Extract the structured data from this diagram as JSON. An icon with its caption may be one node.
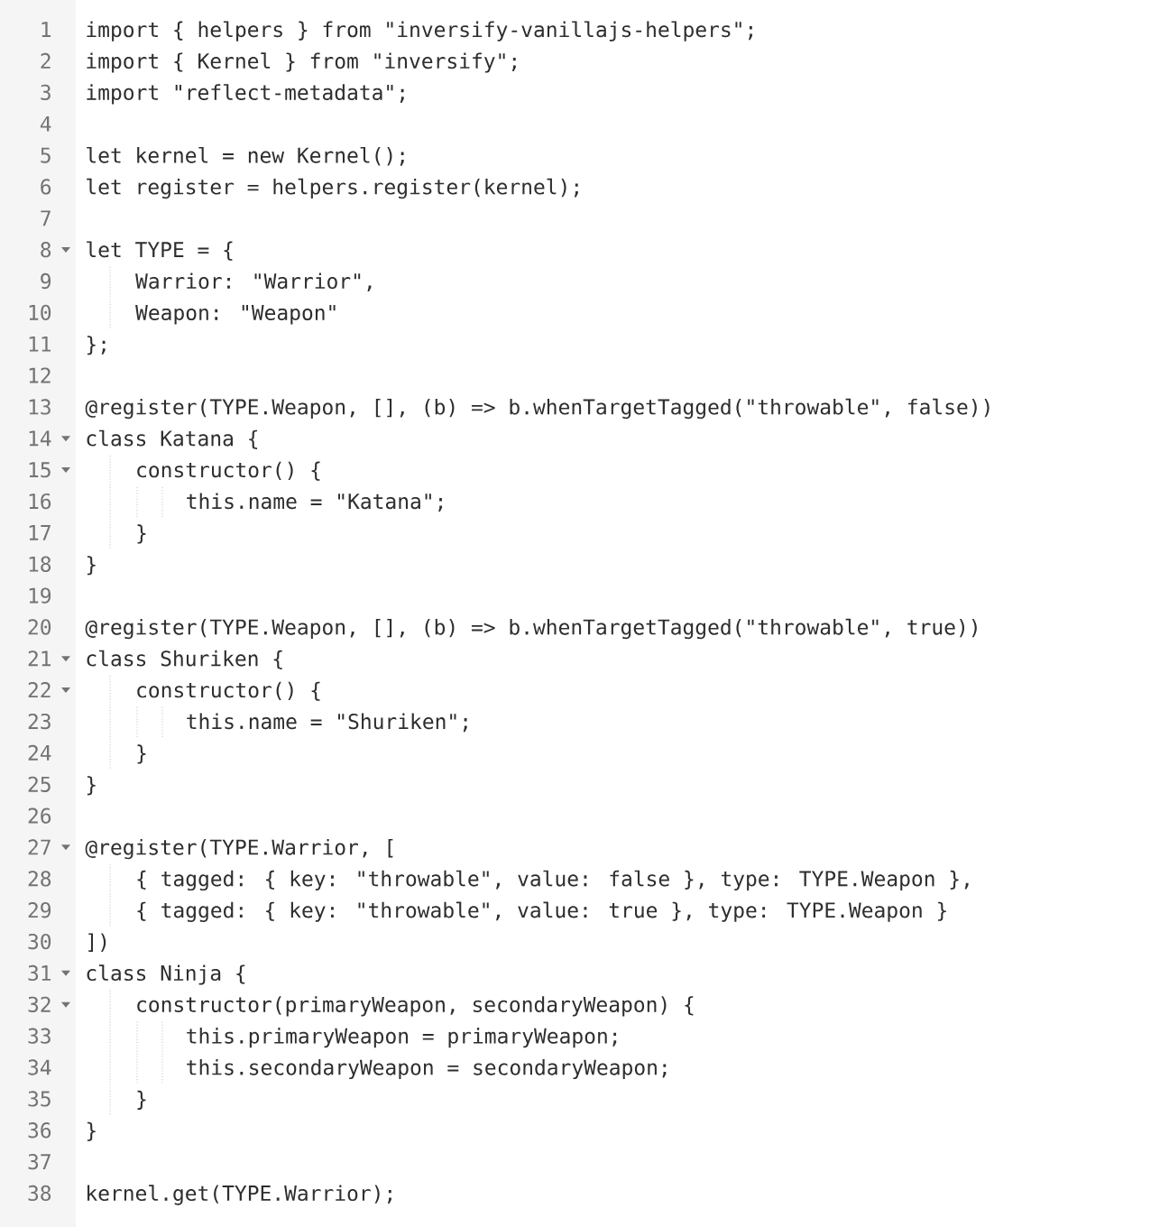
{
  "diagram": {
    "labels": [
      "1",
      "import { helpers } from \"inversify-vanillajs-helpers\";",
      "2",
      "import { Kernel } from \"inversify\";",
      "3",
      "import \"reflect-metadata\";",
      "4",
      "5",
      "let kernel = new Kernel();",
      "6",
      "let register = helpers.register(kernel);",
      "7",
      "8",
      "let TYPE = {",
      "9",
      "Warrior: \"Warrior\",",
      "10",
      "Weapon: \"Weapon\"",
      "11",
      "};",
      "12",
      "13",
      "@register(TYPE.Weapon, [], (b) => b.whenTargetTagged(\"throwable\", false))",
      "14",
      "class Katana {",
      "15",
      "constructor() {",
      "16",
      "this.name = \"Katana\";",
      "17",
      "}",
      "18",
      "}",
      "19",
      "20",
      "@register(TYPE.Weapon, [], (b) => b.whenTargetTagged(\"throwable\", true))",
      "21",
      "class Shuriken {",
      "22",
      "constructor() {",
      "23",
      "this.name = \"Shuriken\";",
      "24",
      "}",
      "25",
      "}",
      "26",
      "27",
      "@register(TYPE.Warrior, [",
      "28",
      "{ tagged: { key: \"throwable\", value: false }, type: TYPE.Weapon },",
      "29",
      "{ tagged: { key: \"throwable\", value: true }, type: TYPE.Weapon }",
      "30",
      "])",
      "31",
      "class Ninja {",
      "32",
      "constructor(primaryWeapon, secondaryWeapon) {",
      "33",
      "this.primaryWeapon = primaryWeapon;",
      "34",
      "this.secondaryWeapon = secondaryWeapon;",
      "35",
      "}",
      "36",
      "}",
      "37",
      "38",
      "kernel.get(TYPE.Warrior);"
    ]
  }
}
